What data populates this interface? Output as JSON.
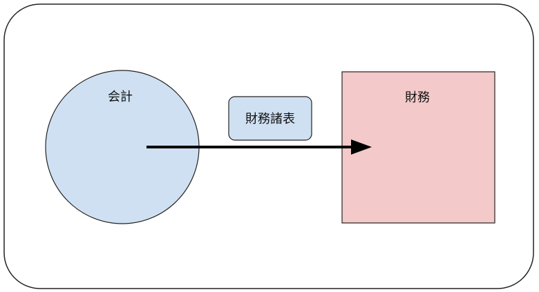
{
  "diagram": {
    "circle": {
      "label": "会計",
      "fill": "#cfe0f2"
    },
    "square": {
      "label": "財務",
      "fill": "#f3c9c9"
    },
    "edge_label": {
      "text": "財務諸表",
      "fill": "#cfe0f2"
    },
    "container": {
      "fill": "#ffffff"
    },
    "stroke_color": "#222222",
    "arrow_color": "#000000"
  }
}
